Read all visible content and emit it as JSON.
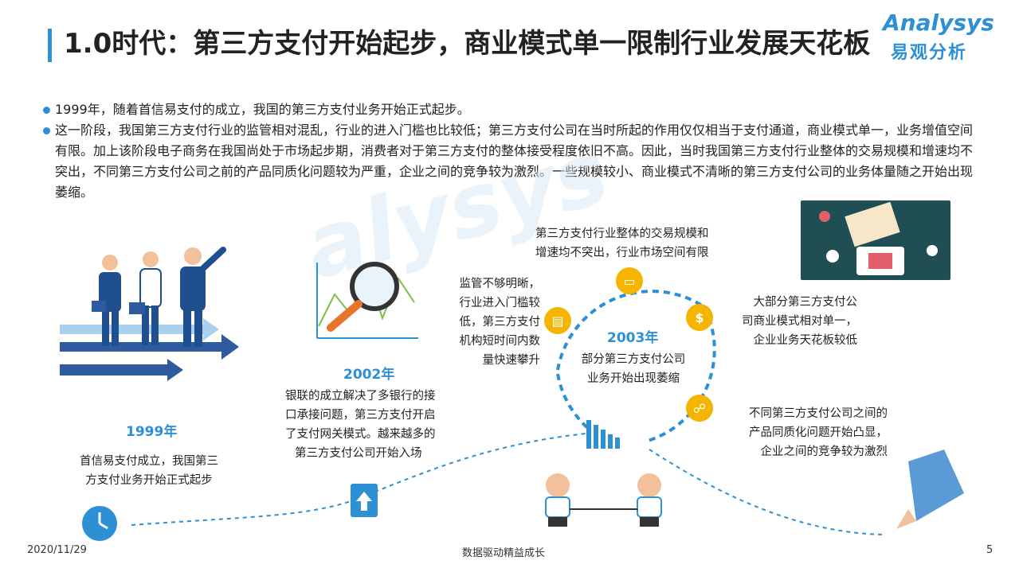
{
  "title": "1.0时代：第三方支付开始起步，商业模式单一限制行业发展天花板",
  "logo": {
    "en": "Analysys",
    "cn": "易观分析"
  },
  "bullets": [
    "1999年，随着首信易支付的成立，我国的第三方支付业务开始正式起步。",
    "这一阶段，我国第三方支付行业的监管相对混乱，行业的进入门槛也比较低；第三方支付公司在当时所起的作用仅仅相当于支付通道，商业模式单一，业务增值空间有限。加上该阶段电子商务在我国尚处于市场起步期，消费者对于第三方支付的整体接受程度依旧不高。因此，当时我国第三方支付行业整体的交易规模和增速均不突出，不同第三方支付公司之前的产品同质化问题较为严重，企业之间的竞争较为激烈。一些规模较小、商业模式不清晰的第三方支付公司的业务体量随之开始出现萎缩。"
  ],
  "timeline": {
    "y1999": {
      "year": "1999年",
      "line1": "首信易支付成立，我国第三",
      "line2": "方支付业务开始正式起步"
    },
    "y2002": {
      "year": "2002年",
      "lines": [
        "银联的成立解决了多银行的接",
        "口承接问题，第三方支付开启",
        "了支付网关模式。越来越多的",
        "第三方支付公司开始入场"
      ]
    },
    "y2003": {
      "year": "2003年",
      "line1": "部分第三方支付公司",
      "line2": "业务开始出现萎缩"
    },
    "reg": [
      "监管不够明晰，",
      "行业进入门槛较",
      "低，第三方支付",
      "机构短时间内数",
      "量快速攀升"
    ],
    "scale": [
      "第三方支付行业整体的交易规模和",
      "增速均不突出，行业市场空间有限"
    ],
    "model": [
      "大部分第三方支付公",
      "司商业模式相对单一，",
      "企业业务天花板较低"
    ],
    "compete": [
      "不同第三方支付公司之间的",
      "产品同质化问题开始凸显，",
      "企业之间的竞争较为激烈"
    ]
  },
  "footer": {
    "date": "2020/11/29",
    "slogan": "数据驱动精益成长",
    "page": "5"
  },
  "colors": {
    "accent": "#2d8fd4",
    "yellow": "#f5b400",
    "dark": "#2e5aa0"
  }
}
